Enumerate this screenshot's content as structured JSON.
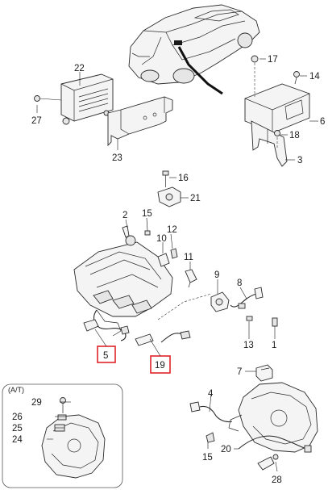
{
  "colors": {
    "line": "#2a2a2a",
    "highlight": "#e0232a",
    "background": "#ffffff"
  },
  "inset": {
    "title": "(A/T)"
  },
  "callouts": [
    {
      "id": "22",
      "label": "22"
    },
    {
      "id": "27",
      "label": "27"
    },
    {
      "id": "23",
      "label": "23"
    },
    {
      "id": "17",
      "label": "17"
    },
    {
      "id": "14",
      "label": "14"
    },
    {
      "id": "6",
      "label": "6"
    },
    {
      "id": "18",
      "label": "18"
    },
    {
      "id": "3",
      "label": "3"
    },
    {
      "id": "16",
      "label": "16"
    },
    {
      "id": "21",
      "label": "21"
    },
    {
      "id": "2",
      "label": "2"
    },
    {
      "id": "15a",
      "label": "15"
    },
    {
      "id": "12",
      "label": "12"
    },
    {
      "id": "10",
      "label": "10"
    },
    {
      "id": "11",
      "label": "11"
    },
    {
      "id": "9",
      "label": "9"
    },
    {
      "id": "8",
      "label": "8"
    },
    {
      "id": "13",
      "label": "13"
    },
    {
      "id": "1",
      "label": "1"
    },
    {
      "id": "5",
      "label": "5"
    },
    {
      "id": "19",
      "label": "19"
    },
    {
      "id": "7",
      "label": "7"
    },
    {
      "id": "4",
      "label": "4"
    },
    {
      "id": "29",
      "label": "29"
    },
    {
      "id": "26",
      "label": "26"
    },
    {
      "id": "25",
      "label": "25"
    },
    {
      "id": "24",
      "label": "24"
    },
    {
      "id": "20",
      "label": "20"
    },
    {
      "id": "15b",
      "label": "15"
    },
    {
      "id": "28",
      "label": "28"
    }
  ]
}
